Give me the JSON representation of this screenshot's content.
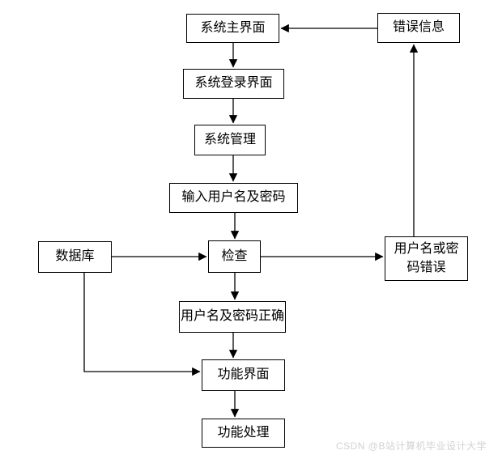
{
  "diagram": {
    "nodes": {
      "main_interface": {
        "label": "系统主界面"
      },
      "error_info": {
        "label": "错误信息"
      },
      "login_interface": {
        "label": "系统登录界面"
      },
      "system_management": {
        "label": "系统管理"
      },
      "input_credentials": {
        "label": "输入用户名及密码"
      },
      "database": {
        "label": "数据库"
      },
      "check": {
        "label": "检查"
      },
      "wrong_credentials": {
        "label": "用户名或密码错误"
      },
      "correct_credentials": {
        "label": "用户名及密码正确"
      },
      "function_interface": {
        "label": "功能界面"
      },
      "function_process": {
        "label": "功能处理"
      }
    },
    "edges": [
      {
        "from": "main_interface",
        "to": "login_interface"
      },
      {
        "from": "error_info",
        "to": "main_interface"
      },
      {
        "from": "login_interface",
        "to": "system_management"
      },
      {
        "from": "system_management",
        "to": "input_credentials"
      },
      {
        "from": "input_credentials",
        "to": "check"
      },
      {
        "from": "database",
        "to": "check"
      },
      {
        "from": "check",
        "to": "wrong_credentials"
      },
      {
        "from": "wrong_credentials",
        "to": "error_info"
      },
      {
        "from": "check",
        "to": "correct_credentials"
      },
      {
        "from": "correct_credentials",
        "to": "function_interface"
      },
      {
        "from": "database",
        "to": "function_interface"
      },
      {
        "from": "function_interface",
        "to": "function_process"
      }
    ],
    "colors": {
      "line": "#000000",
      "box_background": "#ffffff",
      "box_border": "#000000",
      "text": "#000000",
      "watermark": "#d2d2d2"
    }
  },
  "watermark": {
    "text": "CSDN @B站计算机毕业设计大学"
  }
}
